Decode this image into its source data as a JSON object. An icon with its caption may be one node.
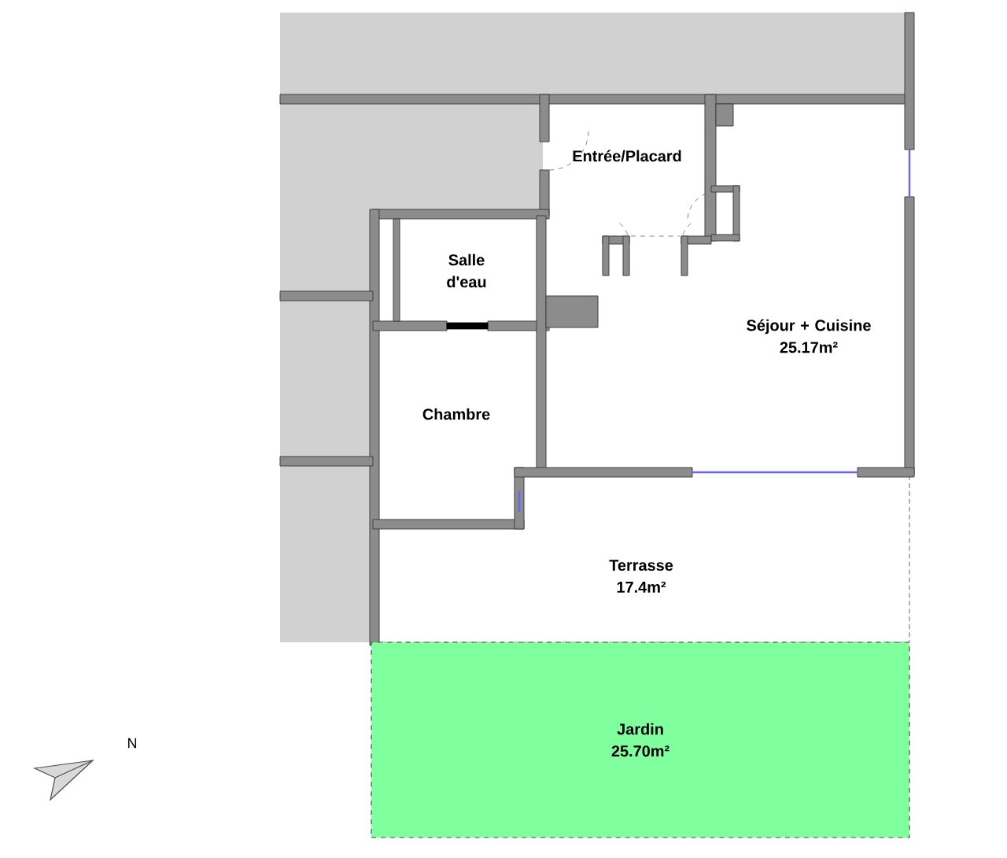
{
  "diagram": {
    "nodes": [
      {
        "text": [
          "Entrée/Placard"
        ]
      },
      {
        "text": [
          "Salle d'eau"
        ]
      },
      {
        "text": [
          "Séjour + Cuisine",
          "25.17m²"
        ]
      },
      {
        "text": [
          "Chambre"
        ]
      },
      {
        "text": [
          "Terrasse",
          "17.4m²"
        ]
      },
      {
        "text": [
          "Jardin",
          "25.70m²"
        ]
      }
    ],
    "labels": [
      "N"
    ]
  }
}
